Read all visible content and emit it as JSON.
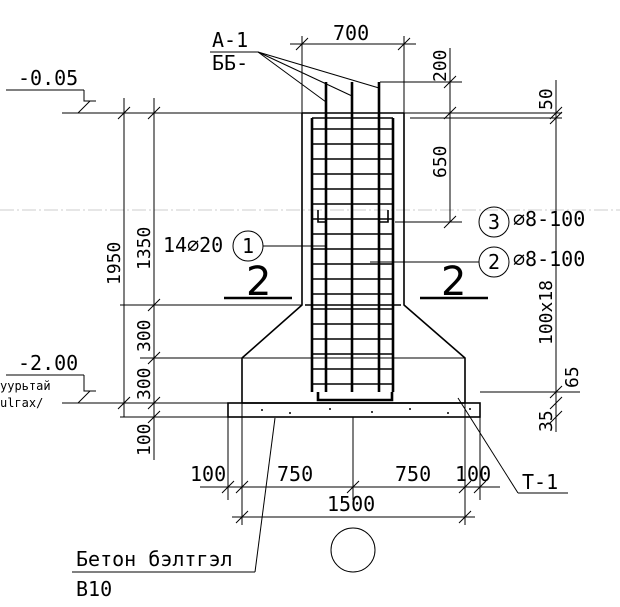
{
  "mark": {
    "top": "А-1",
    "bottom": "ББ-"
  },
  "dims": {
    "top_width": "700",
    "d200": "200",
    "d50": "50",
    "d650": "650",
    "d1950": "1950",
    "d1350": "1350",
    "d300a": "300",
    "d300b": "300",
    "d100_left": "100",
    "d100x18": "100x18",
    "d65": "65",
    "d35": "35",
    "b100_left": "100",
    "b750_left": "750",
    "b750_right": "750",
    "b100_right": "100",
    "b1500": "1500"
  },
  "levels": {
    "top": "-0.05",
    "bottom": "-2.00",
    "note_line1": "уурьтай",
    "note_line2": "ulгах/"
  },
  "callouts": {
    "c1_text": "14⌀20",
    "c1_num": "1",
    "c2_num": "2",
    "c2_text": "⌀8-100",
    "c3_num": "3",
    "c3_text": "⌀8-100"
  },
  "section": {
    "left": "2",
    "right": "2"
  },
  "footing_mark": "Т-1",
  "concrete": {
    "line1": "Бетон бэлтгэл",
    "line2": "B10"
  }
}
